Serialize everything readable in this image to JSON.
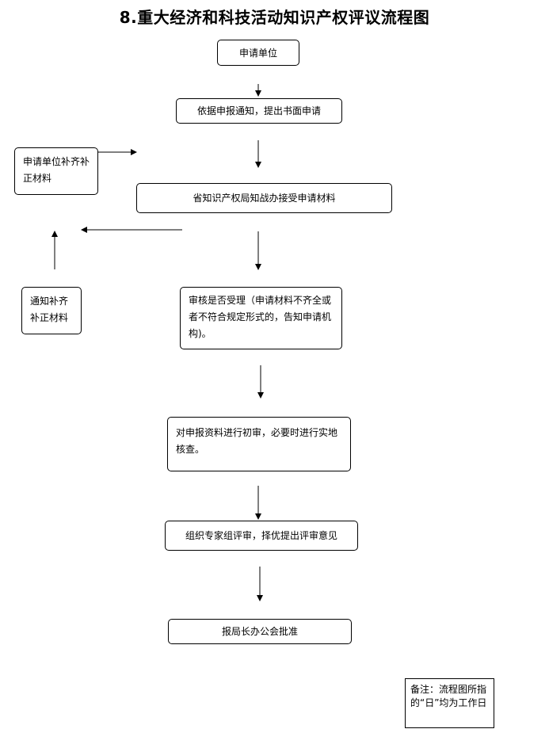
{
  "title": "8.重大经济和科技活动知识产权评议流程图",
  "nodes": {
    "applicant": "申请单位",
    "submit": "依据申报通知，提出书面申请",
    "accept": "省知识产权局知战办接受申请材料",
    "review": "审核是否受理（申请材料不齐全或者不符合规定形式的，告知申请机构)。",
    "preliminary": "对申报资料进行初审，必要时进行实地核查。",
    "expert": "组织专家组评审，择优提出评审意见",
    "approve": "报局长办公会批准",
    "notify_supplement": "通知补齐补正材料",
    "applicant_supplement": "申请单位补齐补正材料"
  },
  "note": "备注：流程图所指的“日”均为工作日"
}
